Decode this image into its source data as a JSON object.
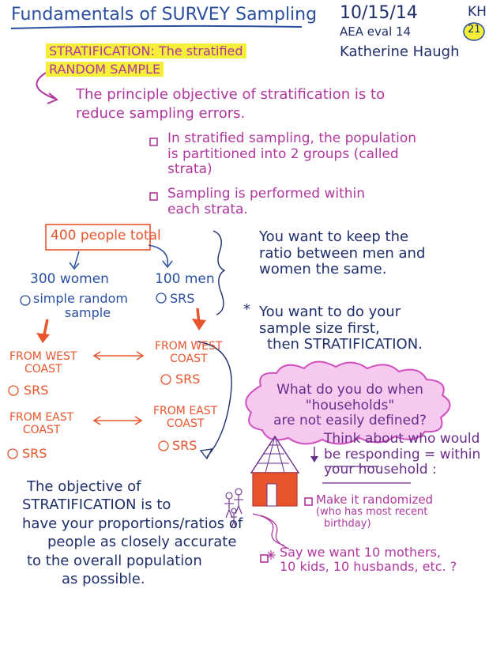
{
  "header": {
    "title": "Fundamentals of SURVEY Sampling",
    "date": "10/15/14",
    "event": "AEA eval 14",
    "author": "Katherine Haugh",
    "initials": "KH",
    "page_number": "21"
  },
  "stratification_heading": {
    "line1": "STRATIFICATION: The stratified",
    "line2": "RANDOM SAMPLE"
  },
  "objective": {
    "line1": "The principle objective of stratification is to",
    "line2": "reduce sampling errors."
  },
  "bullets": [
    {
      "lines": [
        "In stratified sampling, the population",
        "is partitioned into 2 groups (called",
        "strata)"
      ]
    },
    {
      "lines": [
        "Sampling is performed within",
        "each strata."
      ]
    }
  ],
  "tree": {
    "total": "400 people total",
    "women": "300 women",
    "women_method_1": "simple random",
    "women_method_2": "sample",
    "men": "100 men",
    "men_method": "SRS",
    "women_west": [
      "FROM WEST",
      "COAST"
    ],
    "women_west_method": "SRS",
    "men_west": [
      "FROM WEST",
      "COAST"
    ],
    "men_west_method": "SRS",
    "women_east": [
      "FROM EAST",
      "COAST"
    ],
    "women_east_method": "SRS",
    "men_east": [
      "FROM EAST",
      "COAST"
    ],
    "men_east_method": "SRS"
  },
  "right_notes": {
    "ratio": [
      "You want to keep the",
      "ratio between men and",
      "women the same."
    ],
    "sample_size": [
      "You want to do your",
      "sample size first,",
      "then STRATIFICATION."
    ]
  },
  "cloud": {
    "lines": [
      "What do you do when \"households\"",
      "are not easily defined?"
    ]
  },
  "households": {
    "think": [
      "Think about who would",
      "be responding = within",
      "your household :"
    ],
    "randomize": [
      "Make it randomized",
      "(who has most recent",
      "birthday)"
    ],
    "example": [
      "Say we want 10 mothers,",
      "10 kids, 10 husbands, etc. ?"
    ]
  },
  "objective_stratification": {
    "lines": [
      "The objective of",
      "STRATIFICATION is to",
      "have your proportions/ratios of",
      "people as closely accurate",
      "to the overall population",
      "as possible."
    ]
  },
  "colors": {
    "blue": "#2b4fa0",
    "purple": "#b0379e",
    "orange": "#e8542c",
    "yellow_highlight": "#f5ef3a",
    "cloud_fill": "#f6c9ee"
  }
}
